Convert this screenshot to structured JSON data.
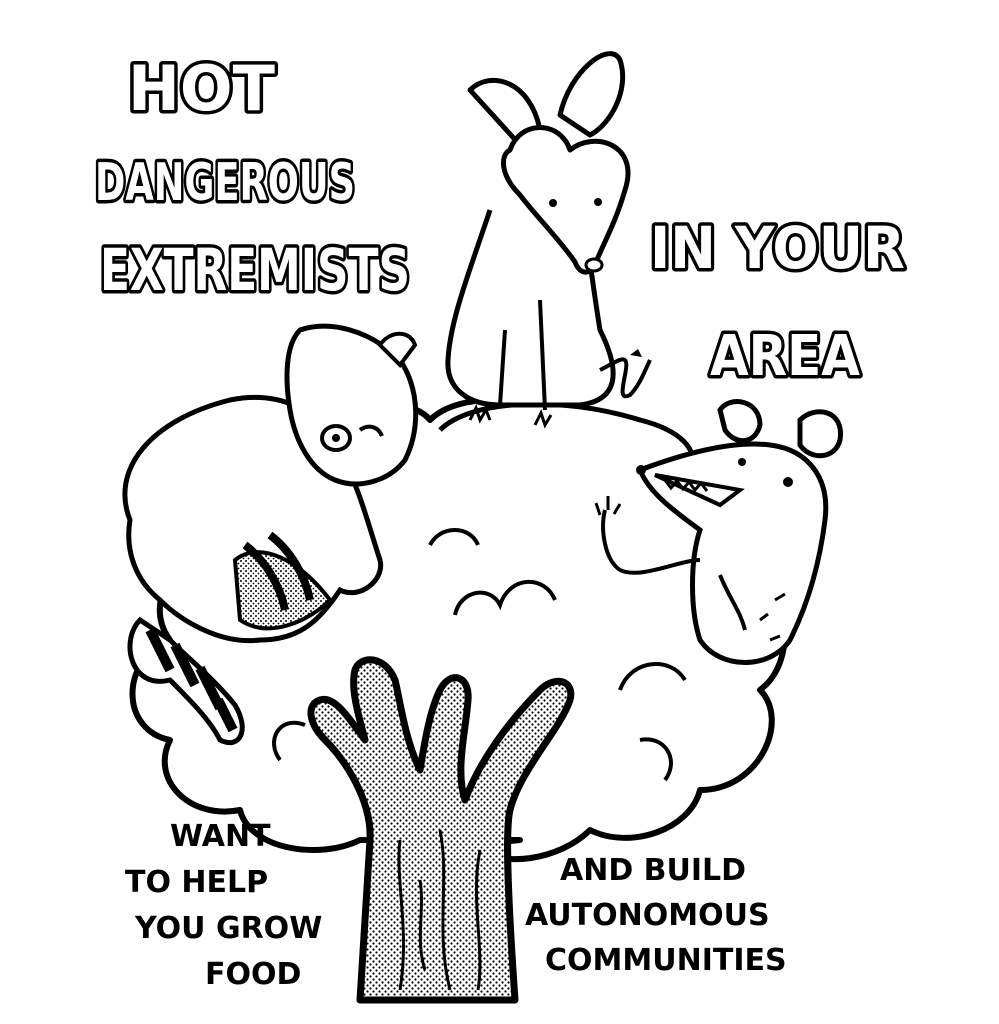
{
  "headline": {
    "line1": "HOT",
    "line2": "DANGEROUS",
    "line3": "EXTREMISTS",
    "line4": "IN YOUR",
    "line5": "AREA"
  },
  "caption_left": {
    "line1": "WANT",
    "line2": "TO HELP",
    "line3": "YOU GROW",
    "line4": "FOOD"
  },
  "caption_right": {
    "line1": "AND BUILD",
    "line2": "AUTONOMOUS",
    "line3": "COMMUNITIES"
  },
  "colors": {
    "ink": "#000000",
    "paper": "#ffffff"
  }
}
